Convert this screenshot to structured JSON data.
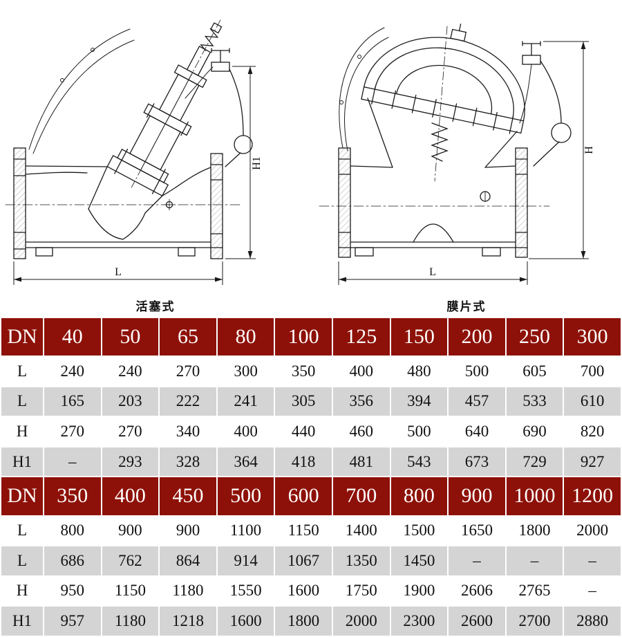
{
  "figures": {
    "left": {
      "caption": "活塞式",
      "height_label": "H1",
      "length_label": "L"
    },
    "right": {
      "caption": "膜片式",
      "height_label": "H",
      "length_label": "L"
    }
  },
  "table": {
    "colors": {
      "header_bg": "#8d1108",
      "header_text": "#ffffff",
      "row_white": "#ffffff",
      "row_gray": "#d4d4d4",
      "body_text": "#111111"
    },
    "sections": [
      {
        "header": [
          "DN",
          "40",
          "50",
          "65",
          "80",
          "100",
          "125",
          "150",
          "200",
          "250",
          "300"
        ],
        "rows": [
          [
            "L",
            "240",
            "240",
            "270",
            "300",
            "350",
            "400",
            "480",
            "500",
            "605",
            "700"
          ],
          [
            "L",
            "165",
            "203",
            "222",
            "241",
            "305",
            "356",
            "394",
            "457",
            "533",
            "610"
          ],
          [
            "H",
            "270",
            "270",
            "340",
            "400",
            "440",
            "460",
            "500",
            "640",
            "690",
            "820"
          ],
          [
            "H1",
            "–",
            "293",
            "328",
            "364",
            "418",
            "481",
            "543",
            "673",
            "729",
            "927"
          ]
        ]
      },
      {
        "header": [
          "DN",
          "350",
          "400",
          "450",
          "500",
          "600",
          "700",
          "800",
          "900",
          "1000",
          "1200"
        ],
        "rows": [
          [
            "L",
            "800",
            "900",
            "900",
            "1100",
            "1150",
            "1400",
            "1500",
            "1650",
            "1800",
            "2000"
          ],
          [
            "L",
            "686",
            "762",
            "864",
            "914",
            "1067",
            "1350",
            "1450",
            "–",
            "–",
            "–"
          ],
          [
            "H",
            "950",
            "1150",
            "1180",
            "1550",
            "1600",
            "1750",
            "1900",
            "2606",
            "2765",
            "–"
          ],
          [
            "H1",
            "957",
            "1180",
            "1218",
            "1600",
            "1800",
            "2000",
            "2300",
            "2600",
            "2700",
            "2880"
          ]
        ]
      }
    ]
  }
}
